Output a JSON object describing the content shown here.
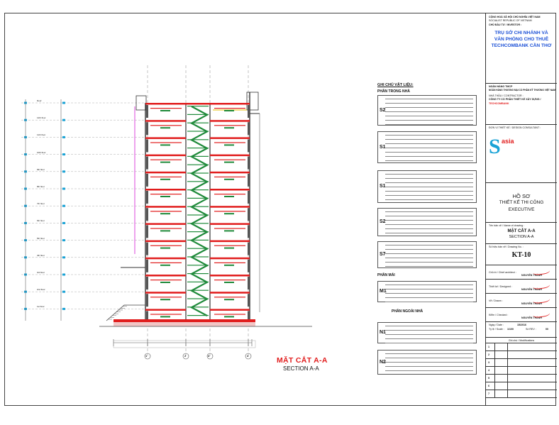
{
  "titleblock": {
    "header_lines": [
      "CỘNG HOÀ XÃ HỘI CHỦ NGHĨA VIỆT NAM",
      "SOCIALIST REPUBLIC OF VIETNAM",
      "CHỦ ĐẦU TƯ / INVESTOR :"
    ],
    "project": [
      "TRỤ SỞ CHI NHÁNH VÀ",
      "VĂN PHÒNG CHO THUÊ",
      "TECHCOMBANK CẦN THƠ"
    ],
    "client_label": "NGÂN HÀNG TMCP",
    "client_name": "NGÂN HÀNG THƯƠNG MẠI CỔ PHẦN KỸ THƯƠNG VIỆT NAM",
    "contractor_label": "NHÀ THẦU / CONTRACTOR :",
    "contractor_name": "CÔNG TY CỔ PHẦN THIẾT KẾ XÂY DỰNG /",
    "contractor_brand": "TECHCOMBANK",
    "designer_label": "ĐƠN VỊ THIẾT KẾ / DESIGN CONSULTANT :",
    "logo_word": "asia",
    "logo_letter": "S",
    "stage_lines": [
      "HỒ SƠ",
      "THIẾT KẾ THI CÔNG",
      "EXECUTIVE"
    ],
    "drawing_title_label": "Tên bản vẽ / Name of drawing :",
    "drawing_title": [
      "MẶT CẮT A-A",
      "SECTION A-A"
    ],
    "drawing_no_label": "Số hiệu bản vẽ / Drawing No. :",
    "drawing_no": "KT-10",
    "roles": [
      {
        "label": "Chủ trì / Chief architect :",
        "name": "NGUYỄN THÀNH"
      },
      {
        "label": "Thiết kế / Designed :",
        "name": "NGUYỄN THÀNH"
      },
      {
        "label": "Vẽ / Drawn :",
        "name": "NGUYỄN THÀNH"
      },
      {
        "label": "Kiểm / Checked :",
        "name": "NGUYỄN THÀNH"
      }
    ],
    "scale_label": "Tỷ lệ / Scale :",
    "scale_value": "1/100",
    "rev_label": "Số REV :",
    "rev_value": "00",
    "date_label": "Ngày / Date :",
    "date_value": "15/2016",
    "revisions_header": "Ghi chú / Modifications",
    "revision_rows": [
      "1",
      "2",
      "3",
      "4",
      "5",
      "6",
      "7"
    ]
  },
  "drawing": {
    "title_vi": "MẶT CẮT A-A",
    "title_en": "SECTION A-A",
    "grid_labels": [
      "1",
      "2",
      "3",
      "4"
    ],
    "levels": [
      "Roof",
      "12th floor",
      "11th floor",
      "10th floor",
      "9th floor",
      "8th floor",
      "7th floor",
      "6th floor",
      "5th floor",
      "4th floor",
      "3rd floor",
      "2nd floor",
      "1st floor"
    ],
    "legend_heading": "GHI CHÚ VẬT LIỆU:",
    "legend_sections": [
      {
        "heading": "PHẦN TRONG NHÀ",
        "codes": [
          "S2",
          "S1",
          "S1",
          "S2",
          "S7"
        ]
      },
      {
        "heading": "PHẦN MÁI",
        "codes": [
          "M1"
        ]
      },
      {
        "heading": "PHẦN NGOÀI NHÀ",
        "codes": [
          "N1",
          "N2"
        ]
      }
    ]
  },
  "colors": {
    "slab": "#e11d1d",
    "stair": "#1f8a3a",
    "wall": "#333333",
    "accent": "#1a4fd6",
    "cyan": "#1aa3d6",
    "yellow": "#e6c200",
    "magenta": "#d61ad6"
  }
}
